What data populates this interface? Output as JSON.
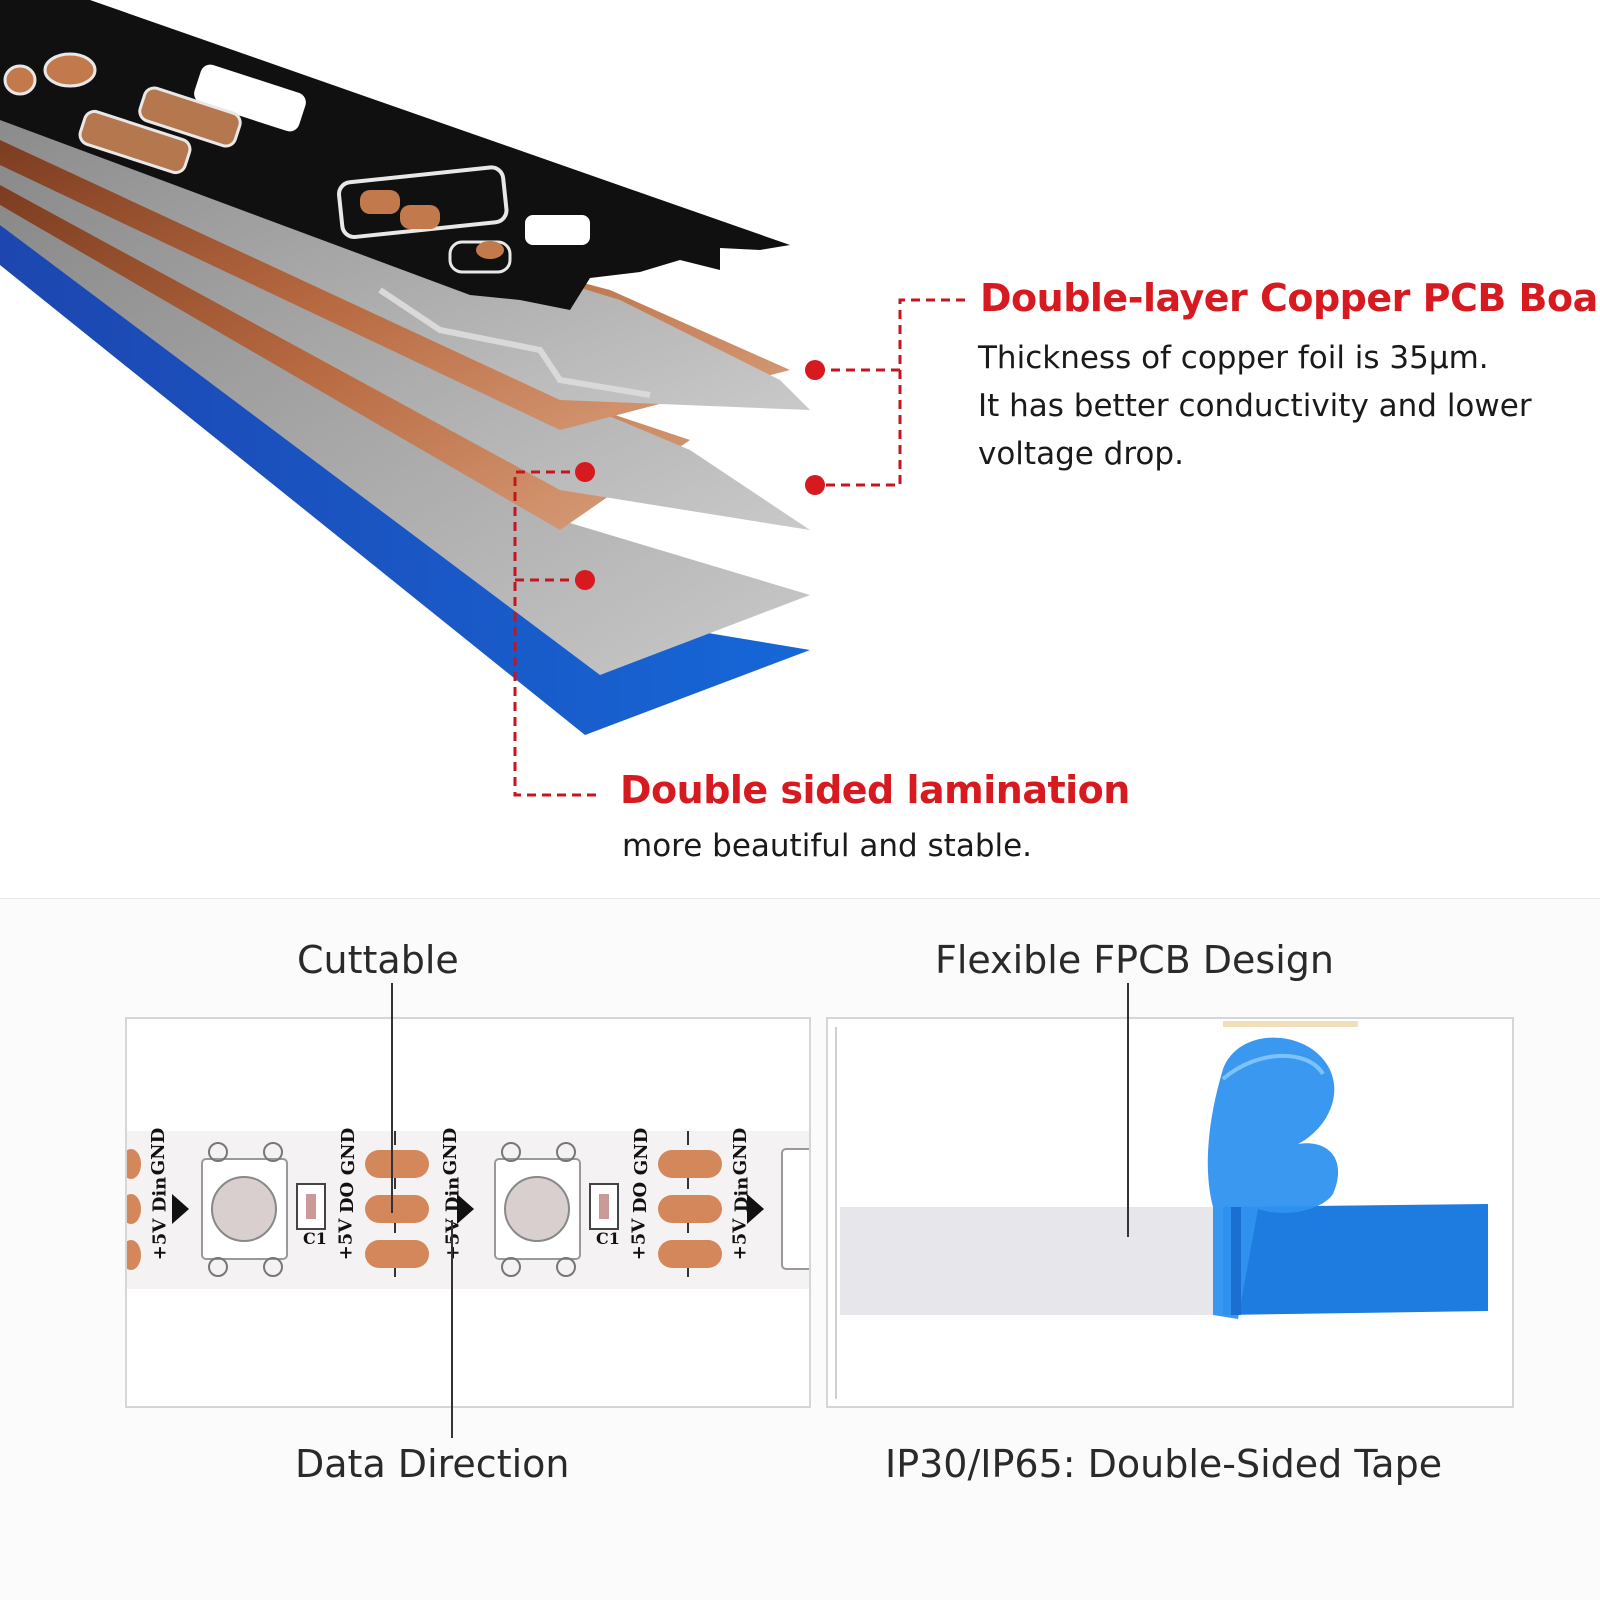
{
  "top_callouts": {
    "copper_pcb": {
      "title": "Double-layer Copper PCB Board",
      "lines": [
        "Thickness of copper foil is 35μm.",
        "It has better conductivity and lower",
        "voltage drop."
      ]
    },
    "lamination": {
      "title": "Double sided lamination",
      "lines": [
        "more beautiful and stable."
      ]
    }
  },
  "bottom_left": {
    "cuttable_label": "Cuttable",
    "data_direction_label": "Data Direction",
    "strip_marks": [
      "+5V",
      "Din",
      "GND",
      "+5V",
      "DO",
      "GND",
      "C1"
    ]
  },
  "bottom_right": {
    "fpcb_label": "Flexible FPCB Design",
    "tape_label": "IP30/IP65: Double-Sided Tape"
  },
  "colors": {
    "accent_red": "#d71920",
    "copper": "#d4875a",
    "tape_blue": "#1e7be0"
  }
}
